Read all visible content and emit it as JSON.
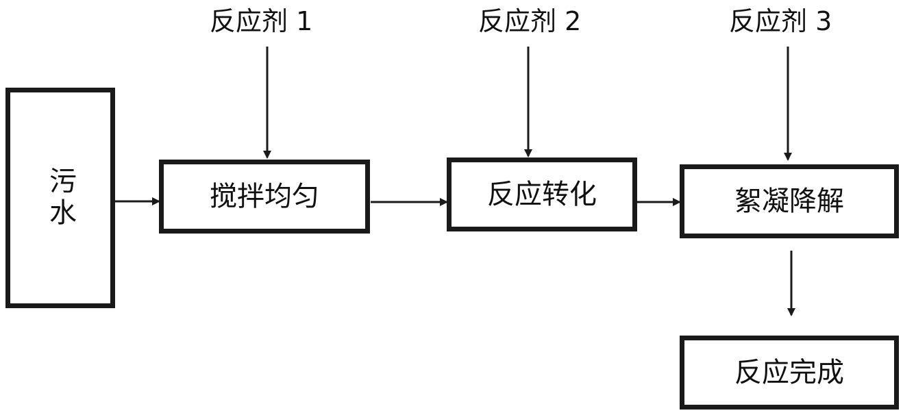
{
  "nodes": {
    "sewage": "污水",
    "stir": "搅拌均匀",
    "convert": "反应转化",
    "flocculate": "絮凝降解",
    "complete": "反应完成"
  },
  "reagents": {
    "r1": "反应剂 1",
    "r2": "反应剂 2",
    "r3": "反应剂 3"
  },
  "colors": {
    "line": "#1a1a1a"
  }
}
